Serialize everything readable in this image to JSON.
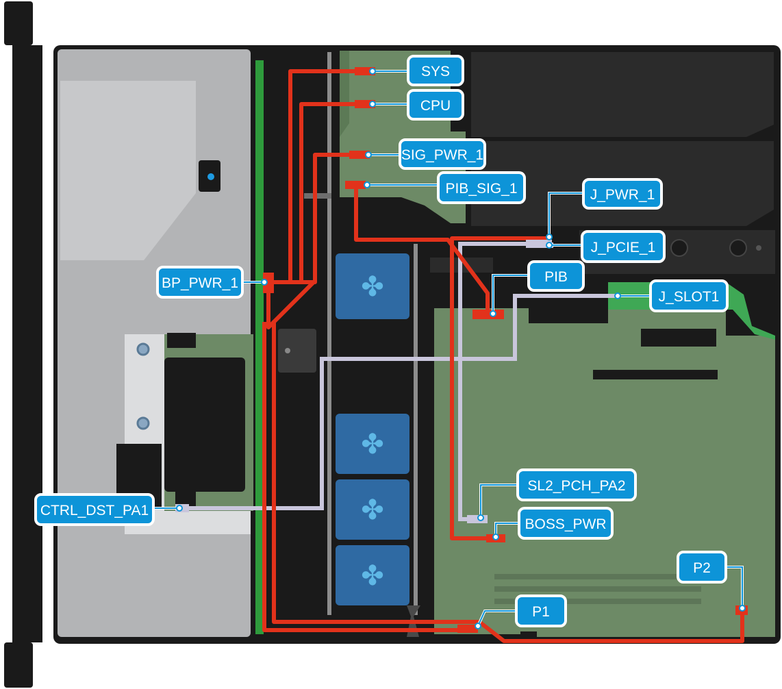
{
  "title": "",
  "colors": {
    "chassis": "#1a1a1a",
    "tray": "#b3b4b6",
    "board": "#6d8a66",
    "board_light": "#7ea072",
    "power_cable": "#e2321b",
    "signal_cable": "#c9c6dc",
    "fan": "#2f6aa3",
    "fan_blade": "#5fb8e6",
    "callout_fill": "#0d94d8",
    "callout_border": "#ffffff",
    "green_bar": "#2e9b3c",
    "riser": "#3fa855"
  },
  "labels": {
    "sys": "SYS",
    "cpu": "CPU",
    "sig_pwr_1": "SIG_PWR_1",
    "pib_sig_1": "PIB_SIG_1",
    "j_pwr_1": "J_PWR_1",
    "j_pcie_1": "J_PCIE_1",
    "pib": "PIB",
    "j_slot1": "J_SLOT1",
    "bp_pwr_1": "BP_PWR_1",
    "ctrl_dst_pa1": "CTRL_DST_PA1",
    "sl2_pch_pa2": "SL2_PCH_PA2",
    "boss_pwr": "BOSS_PWR",
    "p2": "P2",
    "p1": "P1"
  },
  "icons": [
    "fan-icon",
    "fan-icon",
    "fan-icon",
    "fan-icon"
  ]
}
